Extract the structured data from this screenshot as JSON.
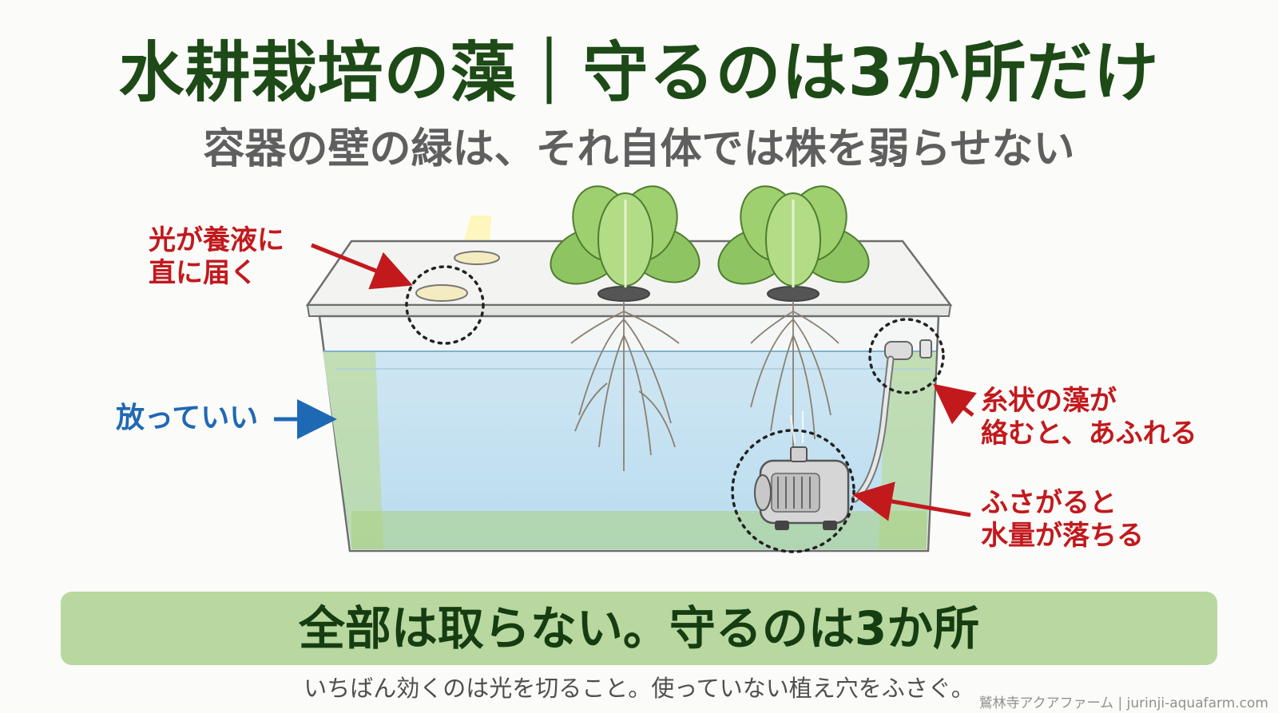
{
  "header": {
    "title": "水耕栽培の藻｜守るのは3か所だけ",
    "subtitle": "容器の壁の緑は、それ自体では株を弱らせない"
  },
  "callouts": {
    "light_line1": "光が養液に",
    "light_line2": "直に届く",
    "wall": "放っていい",
    "outlet_line1": "糸状の藻が",
    "outlet_line2": "絡むと、あふれる",
    "pump_line1": "ふさがると",
    "pump_line2": "水量が落ちる"
  },
  "banner": {
    "text": "全部は取らない。守るのは3か所"
  },
  "footer": {
    "note": "いちばん効くのは光を切ること。使っていない植え穴をふさぐ。",
    "credit": "鷲林寺アクアファーム | jurinji-aquafarm.com"
  },
  "colors": {
    "title": "#1d4a17",
    "callout_red": "#c2191d",
    "callout_blue": "#1f68b4",
    "banner_bg": "#b8d8a0"
  }
}
